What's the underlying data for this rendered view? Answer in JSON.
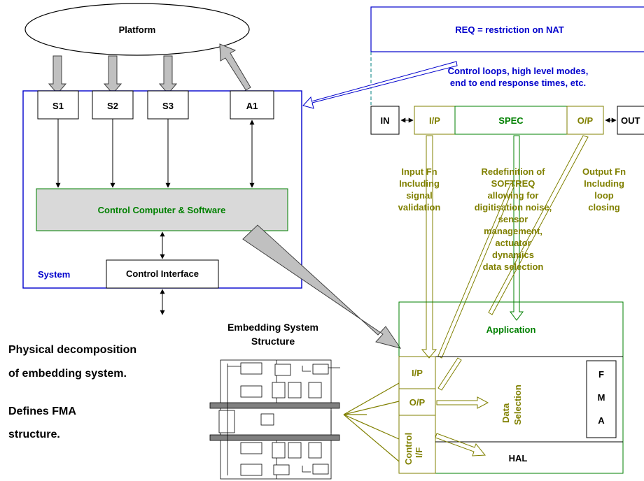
{
  "colors": {
    "black": "#000000",
    "blue": "#0000cc",
    "green": "#008000",
    "olive": "#808000",
    "gray_fill": "#d9d9d9",
    "arrow_gray": "#c0c0c0"
  },
  "platform": {
    "label": "Platform"
  },
  "system": {
    "label": "System",
    "sensors": [
      "S1",
      "S2",
      "S3"
    ],
    "actuator": "A1",
    "computer": "Control Computer & Software",
    "interface": "Control Interface"
  },
  "req": {
    "title": "REQ = restriction on NAT",
    "note_line1": "Control loops, high level modes,",
    "note_line2": "end to end response times, etc."
  },
  "spec_bar": {
    "in": "IN",
    "ip": "I/P",
    "spec": "SPEC",
    "op": "O/P",
    "out": "OUT"
  },
  "spec_notes": {
    "input_fn": [
      "Input Fn",
      "Including",
      "signal",
      "validation"
    ],
    "redefinition": [
      "Redefinition of",
      "SOFTREQ",
      "allowing for",
      "digitisation noise,",
      "sensor",
      "management,",
      "actuator",
      "dynamics",
      "data selection"
    ],
    "output_fn": [
      "Output Fn",
      "Including",
      "loop",
      "closing"
    ]
  },
  "embedding": {
    "title_line1": "Embedding System",
    "title_line2": "Structure"
  },
  "left_notes": {
    "physical_line1": "Physical decomposition",
    "physical_line2": "of embedding system.",
    "fma_line1": "Defines FMA",
    "fma_line2": "structure."
  },
  "application": {
    "label": "Application",
    "ip": "I/P",
    "op": "O/P",
    "control_line1": "Control",
    "control_line2": "I/F",
    "data_line1": "Data",
    "data_line2": "Selection",
    "fma": [
      "F",
      "M",
      "A"
    ],
    "hal": "HAL"
  }
}
